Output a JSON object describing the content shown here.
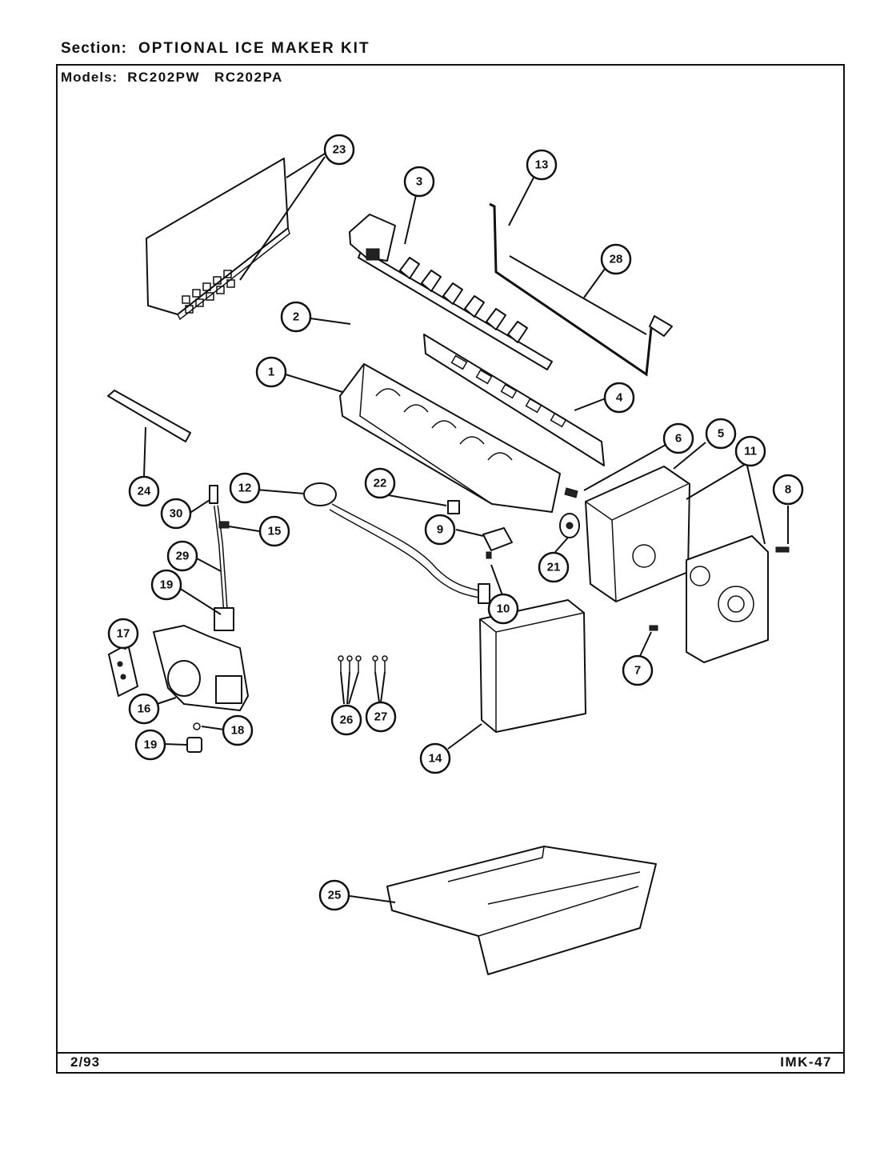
{
  "header": {
    "section_label": "Section:",
    "section_value": "OPTIONAL ICE MAKER KIT",
    "models_label": "Models:",
    "models": [
      "RC202PW",
      "RC202PA"
    ]
  },
  "footer": {
    "date": "2/93",
    "code": "IMK-47"
  },
  "callouts": [
    "1",
    "2",
    "3",
    "4",
    "5",
    "6",
    "7",
    "8",
    "9",
    "10",
    "11",
    "12",
    "13",
    "14",
    "15",
    "16",
    "17",
    "18",
    "19",
    "19",
    "21",
    "22",
    "23",
    "24",
    "25",
    "26",
    "27",
    "28",
    "29",
    "30"
  ]
}
